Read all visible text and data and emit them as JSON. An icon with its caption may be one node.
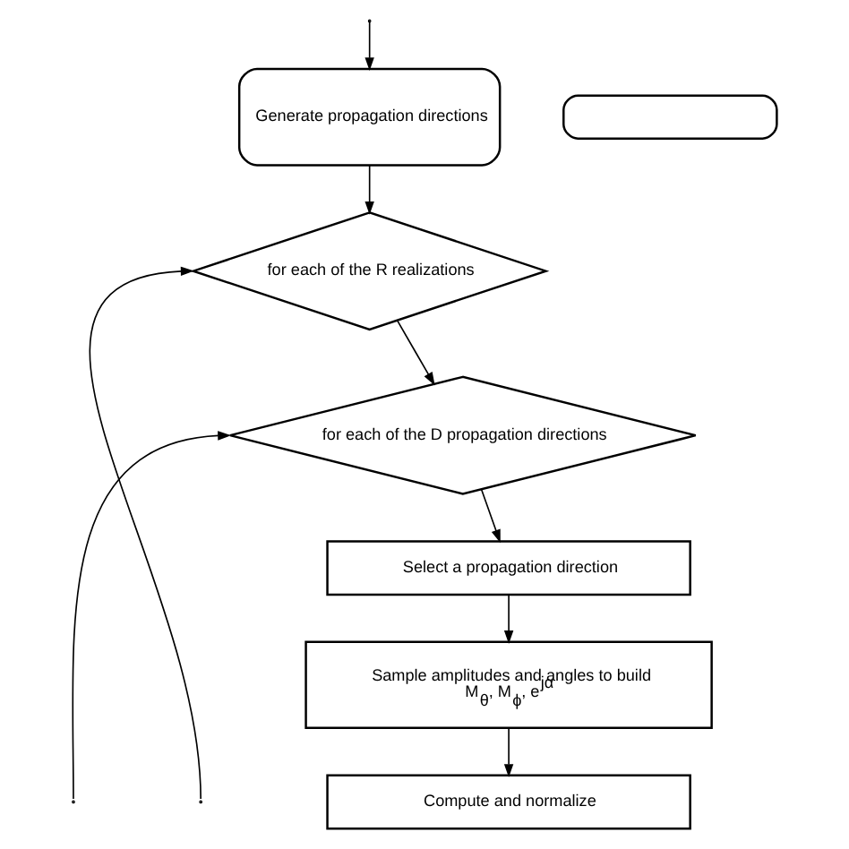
{
  "diagram": {
    "nodes": [
      {
        "text": [
          "Generate propagation directions"
        ]
      },
      {
        "text": [
          "for each of the R realizations"
        ]
      },
      {
        "text": [
          "for each of the D propagation directions"
        ]
      },
      {
        "text": [
          "Select a propagation direction"
        ]
      },
      {
        "text": [
          "Sample amplitudes and angles to build",
          "M$_{θ}$, M$_{ϕ}$, e$^{jα}$"
        ]
      },
      {
        "text": [
          "Compute and normalize"
        ]
      },
      {
        "text": [],
        "shape": "box"
      }
    ],
    "edges": [
      {
        "from": null,
        "to": 0,
        "arrow": "to"
      },
      {
        "from": 0,
        "to": 1,
        "arrow": "to"
      },
      {
        "from": 1,
        "to": 2,
        "arrow": "to"
      },
      {
        "from": 2,
        "to": 3,
        "arrow": "to"
      },
      {
        "from": 3,
        "to": 4,
        "arrow": "to"
      },
      {
        "from": 4,
        "to": 5,
        "arrow": "to"
      },
      {
        "from": null,
        "to": 1,
        "arrow": "to"
      },
      {
        "from": null,
        "to": 2,
        "arrow": "to"
      }
    ]
  }
}
